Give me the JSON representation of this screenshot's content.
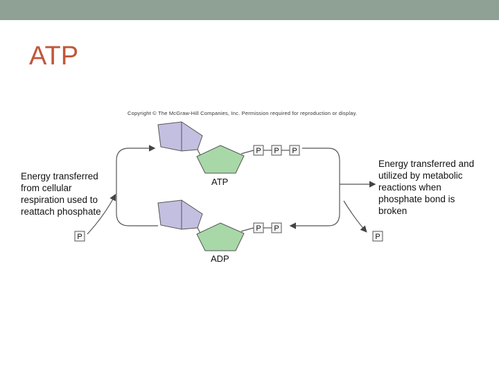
{
  "slide": {
    "title": "ATP"
  },
  "figure": {
    "copyright": "Copyright © The McGraw-Hill Companies, Inc. Permission required for reproduction or display.",
    "atp_label": "ATP",
    "adp_label": "ADP",
    "phosphate_symbol": "P",
    "left_text": "Energy transferred from cellular respiration used to reattach phosphate",
    "right_text": "Energy transferred and utilized by metabolic reactions when phosphate bond is broken"
  },
  "colors": {
    "topbar": "#8fa195",
    "title": "#c0573a",
    "adenine": "#c3bfe0",
    "ribose": "#a8d8a8",
    "phosphate": "#f5f5f5"
  }
}
